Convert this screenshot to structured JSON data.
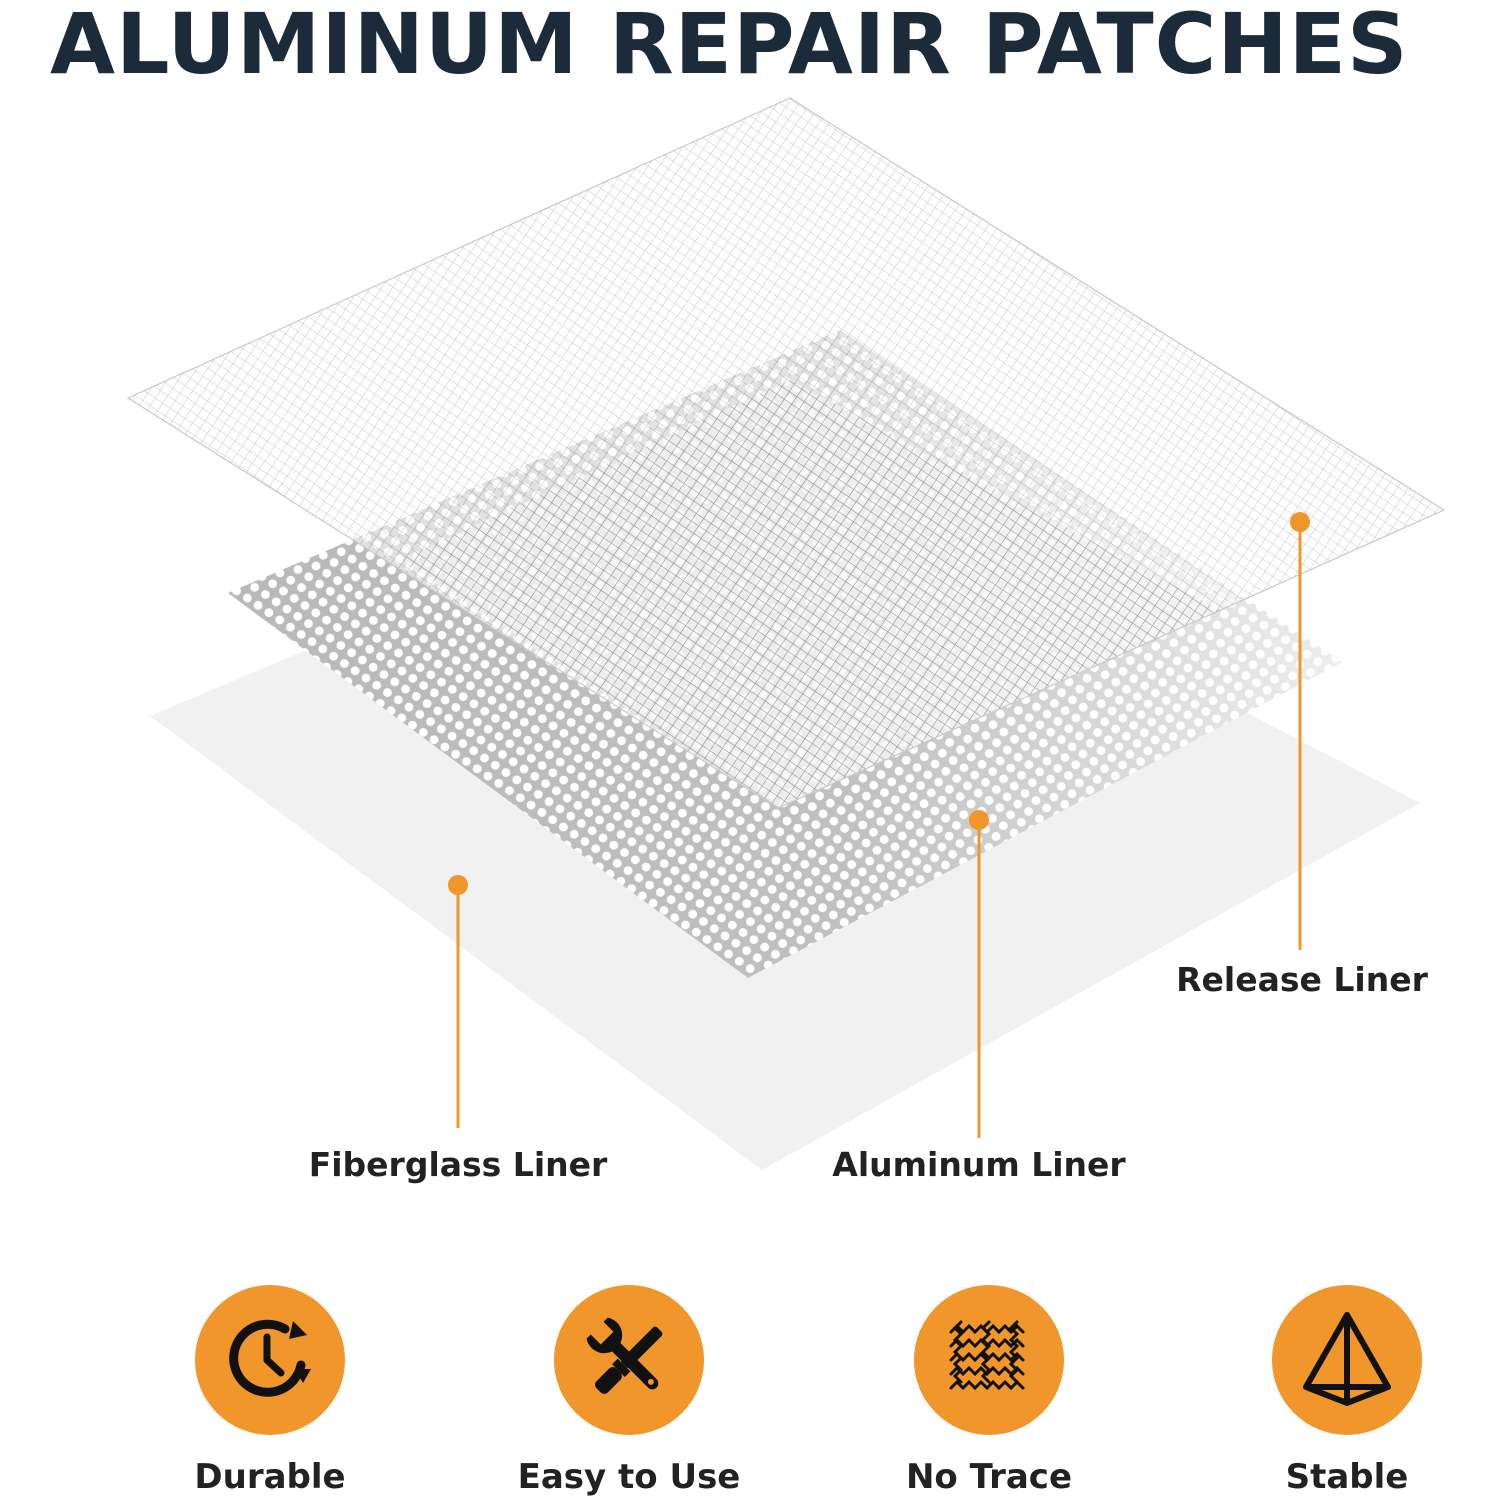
{
  "title": "ALUMINUM REPAIR PATCHES",
  "accent_color": "#f0962a",
  "title_color": "#1c2b3a",
  "layers": {
    "release": "Release Liner",
    "aluminum": "Aluminum Liner",
    "fiberglass": "Fiberglass Liner"
  },
  "features": [
    {
      "label": "Durable",
      "icon": "clock-rotate-icon"
    },
    {
      "label": "Easy to Use",
      "icon": "wrench-screwdriver-icon"
    },
    {
      "label": "No Trace",
      "icon": "mesh-weave-icon"
    },
    {
      "label": "Stable",
      "icon": "pyramid-icon"
    }
  ]
}
